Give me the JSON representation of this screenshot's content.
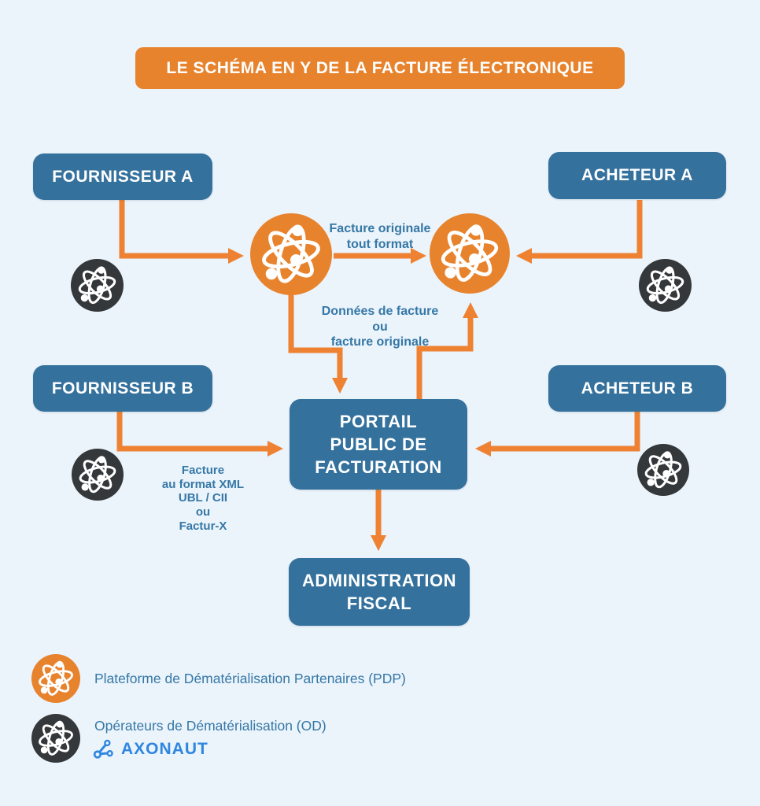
{
  "colors": {
    "background": "#EBF3FB",
    "accent_orange": "#E8832D",
    "arrow_orange": "#EE8232",
    "node_blue": "#34719D",
    "label_blue": "#3578A6",
    "dark_charcoal": "#34383B",
    "brand_blue": "#2E86E0"
  },
  "title": {
    "text": "LE SCHÉMA EN Y DE LA FACTURE ÉLECTRONIQUE"
  },
  "nodes": {
    "fournisseur_a": {
      "label": "FOURNISSEUR A"
    },
    "acheteur_a": {
      "label": "ACHETEUR A"
    },
    "fournisseur_b": {
      "label": "FOURNISSEUR B"
    },
    "acheteur_b": {
      "label": "ACHETEUR B"
    },
    "portail": {
      "label": "PORTAIL\nPUBLIC DE\nFACTURATION"
    },
    "administration": {
      "label": "ADMINISTRATION\nFISCAL"
    }
  },
  "flow_labels": {
    "facture_originale": "Facture originale\ntout format",
    "donnees_facture": "Données de facture\nou\nfacture originale",
    "facture_xml": "Facture\nau format XML\nUBL / CII\nou\nFactur-X"
  },
  "legend": {
    "pdp_label": "Plateforme de Dématérialisation Partenaires (PDP)",
    "od_label": "Opérateurs de Dématérialisation (OD)",
    "brand": "AXONAUT"
  },
  "icons": {
    "pdp": "atom-icon-orange",
    "od": "atom-icon-dark",
    "brand": "molecule-share-icon"
  }
}
